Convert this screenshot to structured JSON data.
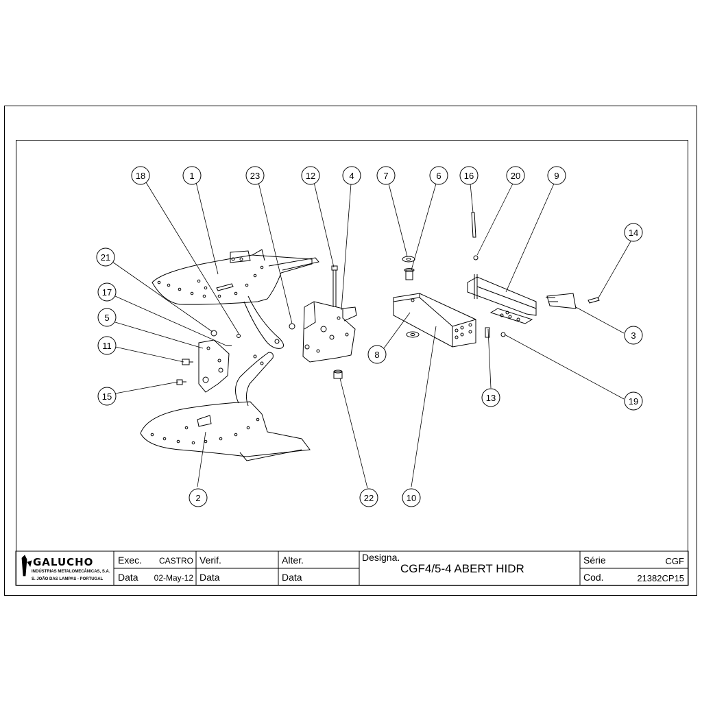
{
  "callouts": [
    {
      "id": "c18",
      "label": "18"
    },
    {
      "id": "c1",
      "label": "1"
    },
    {
      "id": "c23",
      "label": "23"
    },
    {
      "id": "c12",
      "label": "12"
    },
    {
      "id": "c4",
      "label": "4"
    },
    {
      "id": "c7",
      "label": "7"
    },
    {
      "id": "c6",
      "label": "6"
    },
    {
      "id": "c16",
      "label": "16"
    },
    {
      "id": "c20",
      "label": "20"
    },
    {
      "id": "c9",
      "label": "9"
    },
    {
      "id": "c14",
      "label": "14"
    },
    {
      "id": "c21",
      "label": "21"
    },
    {
      "id": "c17",
      "label": "17"
    },
    {
      "id": "c5",
      "label": "5"
    },
    {
      "id": "c11",
      "label": "11"
    },
    {
      "id": "c15",
      "label": "15"
    },
    {
      "id": "c8",
      "label": "8"
    },
    {
      "id": "c3",
      "label": "3"
    },
    {
      "id": "c13",
      "label": "13"
    },
    {
      "id": "c19",
      "label": "19"
    },
    {
      "id": "c2",
      "label": "2"
    },
    {
      "id": "c22",
      "label": "22"
    },
    {
      "id": "c10",
      "label": "10"
    }
  ],
  "title_block": {
    "company": {
      "name": "GALUCHO",
      "line1": "INDÚSTRIAS METALOMECÂNICAS, S.A.",
      "line2": "S. JOÃO DAS LAMPAS - PORTUGAL"
    },
    "exec_label": "Exec.",
    "exec_value": "CASTRO",
    "data_label": "Data",
    "data_value": "02-May-12",
    "verif_label": "Verif.",
    "verif_data_label": "Data",
    "alter_label": "Alter.",
    "alter_data_label": "Data",
    "designa_label": "Designa.",
    "designa_value": "CGF4/5-4 ABERT HIDR",
    "serie_label": "Série",
    "serie_value": "CGF",
    "cod_label": "Cod.",
    "cod_value": "21382CP15"
  }
}
